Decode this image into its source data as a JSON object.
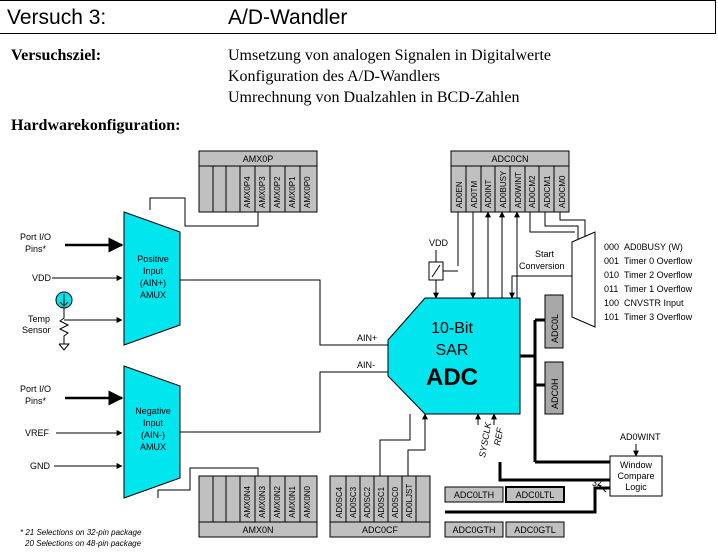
{
  "header": {
    "experiment": "Versuch 3:",
    "topic": "A/D-Wandler"
  },
  "goal": {
    "label": "Versuchsziel:",
    "lines": [
      "Umsetzung von analogen Signalen in Digitalwerte",
      "Konfiguration des A/D-Wandlers",
      "Umrechnung von Dualzahlen in BCD-Zahlen"
    ]
  },
  "hardware_label": "Hardwarekonfiguration:",
  "diagram": {
    "amx0p": {
      "name": "AMX0P",
      "bits": [
        "AMX0P4",
        "AMX0P3",
        "AMX0P2",
        "AMX0P1",
        "AMX0P0"
      ]
    },
    "amx0n": {
      "name": "AMX0N",
      "bits": [
        "AMX0N4",
        "AMX0N3",
        "AMX0N2",
        "AMX0N1",
        "AMX0N0"
      ]
    },
    "adc0cn": {
      "name": "ADC0CN",
      "bits": [
        "AD0EN",
        "AD0TM",
        "AD0INT",
        "AD0BUSY",
        "AD0WINT",
        "AD0CM2",
        "AD0CM1",
        "AD0CM0"
      ]
    },
    "adc0cf": {
      "name": "ADC0CF",
      "bits": [
        "AD0SC4",
        "AD0SC3",
        "AD0SC2",
        "AD0SC1",
        "AD0SC0",
        "AD0LJST"
      ]
    },
    "pos_mux": [
      "Positive",
      "Input",
      "(AIN+)",
      "AMUX"
    ],
    "neg_mux": [
      "Negative",
      "Input",
      "(AIN-)",
      "AMUX"
    ],
    "inputs": {
      "port_io": [
        "Port I/O",
        "Pins*"
      ],
      "vdd": "VDD",
      "temp": [
        "Temp",
        "Sensor"
      ],
      "vref": "VREF",
      "gnd": "GND"
    },
    "adc": {
      "line1": "10-Bit",
      "line2": "SAR",
      "line3": "ADC"
    },
    "ain_plus": "AIN+",
    "ain_minus": "AIN-",
    "vdd_switch": "VDD",
    "start_conversion": [
      "Start",
      "Conversion"
    ],
    "start_table": [
      {
        "code": "000",
        "source": "AD0BUSY (W)"
      },
      {
        "code": "001",
        "source": "Timer 0 Overflow"
      },
      {
        "code": "010",
        "source": "Timer 2 Overflow"
      },
      {
        "code": "011",
        "source": "Timer 1 Overflow"
      },
      {
        "code": "100",
        "source": "CNVSTR Input"
      },
      {
        "code": "101",
        "source": "Timer 3 Overflow"
      }
    ],
    "adc0l": "ADC0L",
    "adc0h": "ADC0H",
    "sysclk": "SYSCLK",
    "ref": "REF",
    "addwint": "AD0WINT",
    "window_compare": [
      "Window",
      "Compare",
      "Logic"
    ],
    "bus_width": "32",
    "registers": [
      "ADC0LTH",
      "ADC0LTL",
      "ADC0GTH",
      "ADC0GTL"
    ],
    "footnote": [
      "* 21 Selections on 32-pin package",
      "20 Selections on 48-pin package"
    ],
    "colors": {
      "cyan": "#00e5ee",
      "gray": "#c0c0c0",
      "darkgray": "#a8a8a8"
    }
  }
}
